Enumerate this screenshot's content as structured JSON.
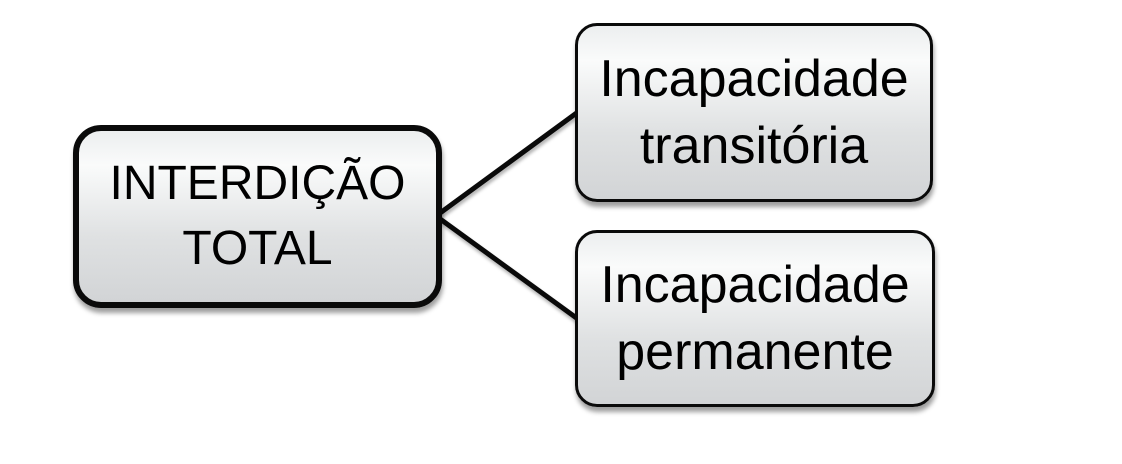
{
  "diagram": {
    "type": "tree",
    "direction": "left-to-right",
    "nodes": [
      {
        "id": "root",
        "line1": "INTERDIÇÃO",
        "line2": "TOTAL"
      },
      {
        "id": "child-top",
        "line1": "Incapacidade",
        "line2": "transitória"
      },
      {
        "id": "child-bottom",
        "line1": "Incapacidade",
        "line2": "permanente"
      }
    ],
    "edges": [
      {
        "from": "root",
        "to": "child-top"
      },
      {
        "from": "root",
        "to": "child-bottom"
      }
    ]
  },
  "colors": {
    "background": "#ffffff",
    "node-border": "#0a0a0a",
    "node-fill-top": "#eceeef",
    "node-fill-upper": "#fafbfb",
    "node-fill-lower": "#dfe1e2",
    "node-fill-bottom": "#d2d4d6",
    "connector": "#0a0a0a",
    "text": "#000000"
  }
}
